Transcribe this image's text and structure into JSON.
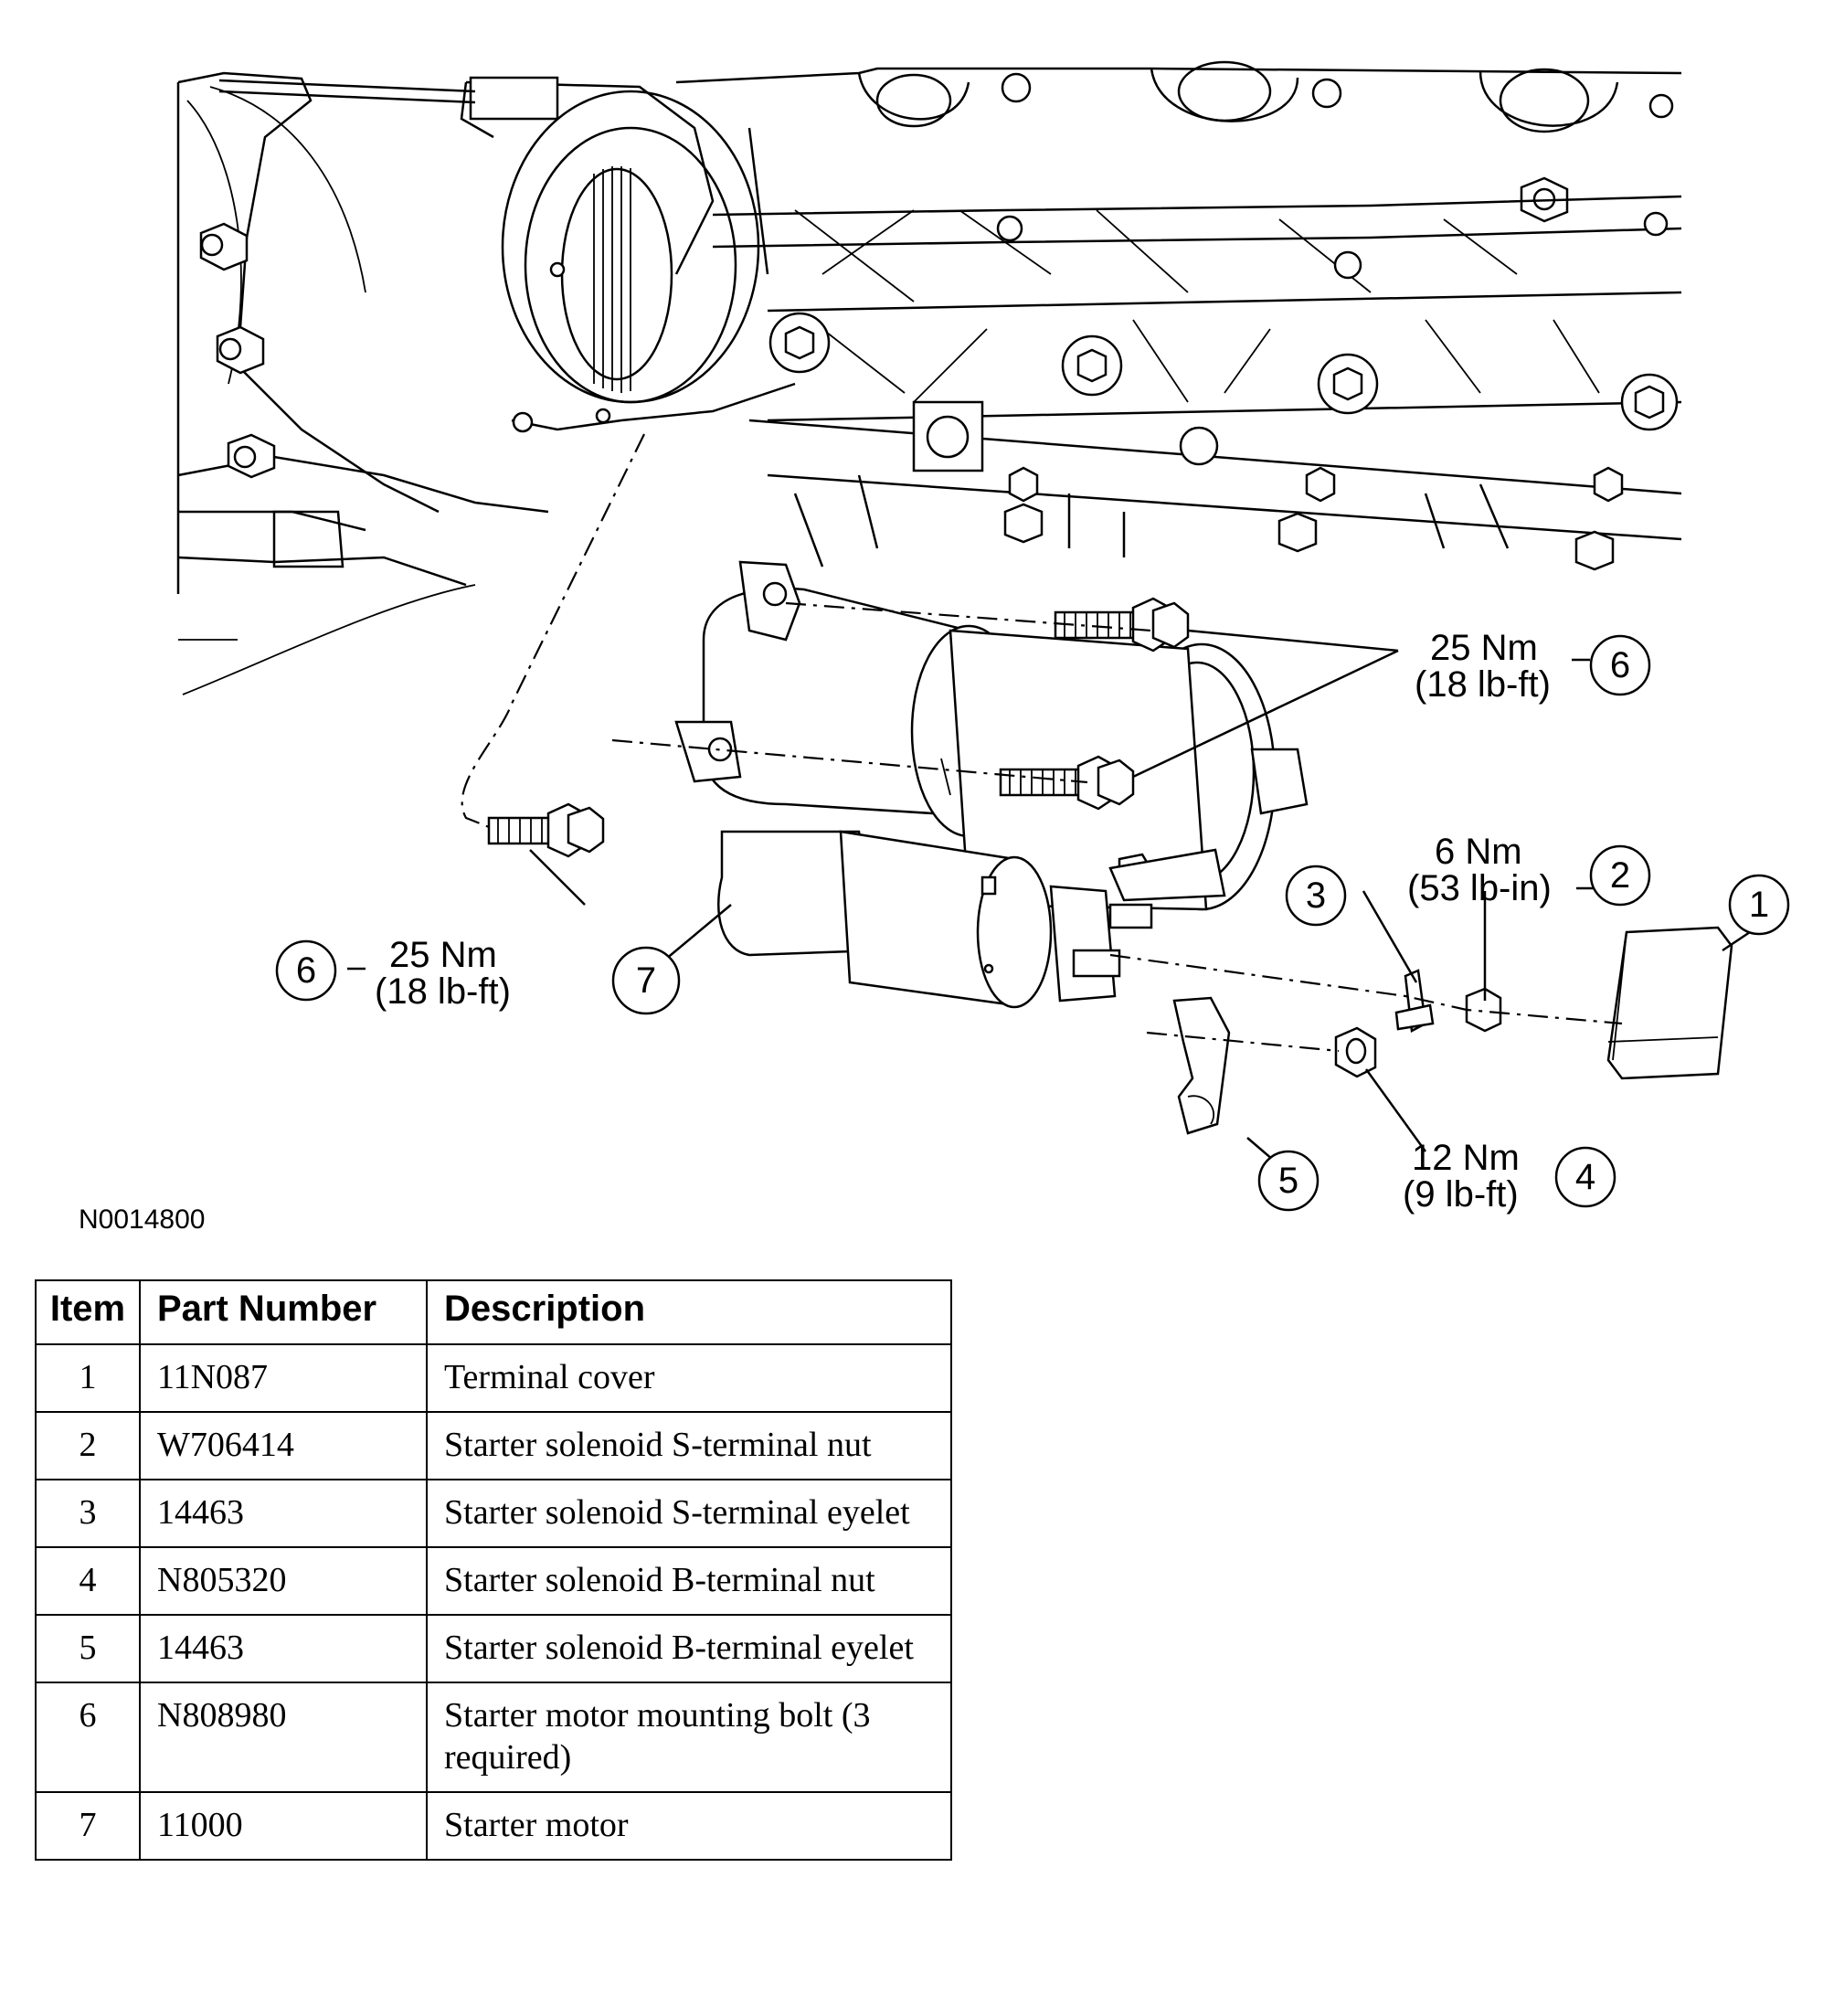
{
  "diagram": {
    "drawing_id": "N0014800",
    "callouts": [
      {
        "item": "6",
        "torque_nm": "25 Nm",
        "torque_imperial": "(18 lb-ft)"
      },
      {
        "item": "2",
        "torque_nm": "6 Nm",
        "torque_imperial": "(53 lb-in)"
      },
      {
        "item": "4",
        "torque_nm": "12 Nm",
        "torque_imperial": "(9 lb-ft)"
      },
      {
        "item": "6",
        "torque_nm": "25 Nm",
        "torque_imperial": "(18 lb-ft)"
      },
      {
        "item": "1"
      },
      {
        "item": "3"
      },
      {
        "item": "5"
      },
      {
        "item": "7"
      }
    ]
  },
  "table": {
    "headers": [
      "Item",
      "Part Number",
      "Description"
    ],
    "rows": [
      {
        "item": "1",
        "part": "11N087",
        "desc": "Terminal cover"
      },
      {
        "item": "2",
        "part": "W706414",
        "desc": "Starter solenoid S-terminal nut"
      },
      {
        "item": "3",
        "part": "14463",
        "desc": "Starter solenoid S-terminal eyelet"
      },
      {
        "item": "4",
        "part": "N805320",
        "desc": "Starter solenoid B-terminal nut"
      },
      {
        "item": "5",
        "part": "14463",
        "desc": "Starter solenoid B-terminal eyelet"
      },
      {
        "item": "6",
        "part": "N808980",
        "desc": "Starter motor mounting bolt (3 required)"
      },
      {
        "item": "7",
        "part": "11000",
        "desc": "Starter motor"
      }
    ]
  }
}
